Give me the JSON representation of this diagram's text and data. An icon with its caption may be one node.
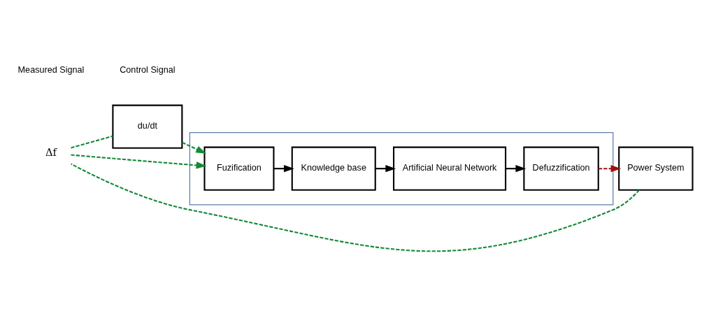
{
  "diagram": {
    "nodes": [
      {
        "text": [
          "Δf"
        ]
      },
      {
        "text": [
          "du/dt"
        ]
      },
      {
        "text": [],
        "shape": "box"
      },
      {
        "text": [
          "Fuzification"
        ],
        "in": 2
      },
      {
        "text": [
          "Knowledge base"
        ],
        "in": 2
      },
      {
        "text": [
          "Artificial Neural Network"
        ],
        "in": 2
      },
      {
        "text": [
          "Defuzzification"
        ],
        "in": 2
      },
      {
        "text": [
          "Power System"
        ]
      }
    ],
    "edges": [
      {
        "from": 7,
        "to": 0,
        "arrow": "none",
        "style": "dashed",
        "color": "#138a36"
      },
      {
        "from": 0,
        "to": 3,
        "arrow": "to",
        "style": "dashed",
        "color": "#138a36"
      },
      {
        "from": 0,
        "to": 1,
        "arrow": "none",
        "style": "dashed",
        "color": "#138a36"
      },
      {
        "from": 1,
        "to": 3,
        "arrow": "to",
        "style": "dashed",
        "color": "#138a36"
      },
      {
        "from": 3,
        "to": 4,
        "arrow": "to",
        "color": "#000000"
      },
      {
        "from": 4,
        "to": 5,
        "arrow": "to",
        "color": "#000000"
      },
      {
        "from": 5,
        "to": 6,
        "arrow": "to",
        "color": "#000000"
      },
      {
        "from": 6,
        "to": 7,
        "arrow": "to",
        "style": "dashed",
        "color": "#a01010"
      }
    ],
    "legend": [
      {
        "text": "Measured Signal"
      },
      {
        "text": "Control Signal"
      }
    ]
  }
}
